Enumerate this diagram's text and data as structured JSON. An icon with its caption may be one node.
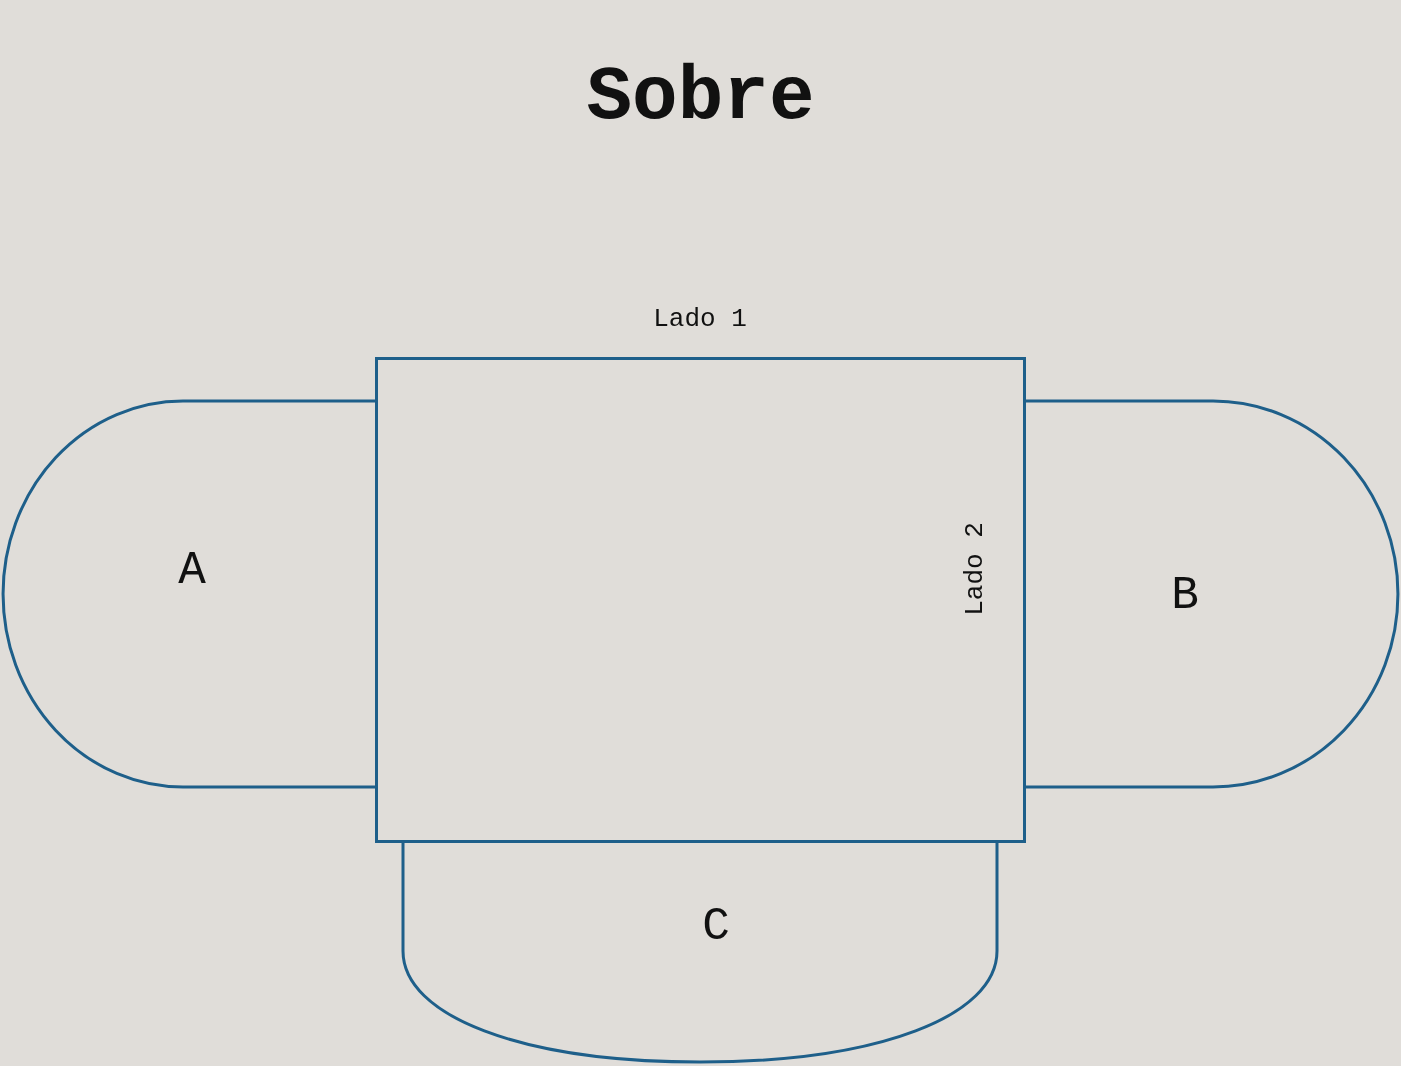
{
  "diagram": {
    "title": "Sobre",
    "nodes": [
      {
        "text": [
          "Lado 2"
        ],
        "beside": [
          "Lado 1"
        ]
      },
      {
        "text": [
          "A"
        ]
      },
      {
        "text": [
          "B"
        ]
      },
      {
        "text": [
          "C"
        ]
      }
    ]
  }
}
